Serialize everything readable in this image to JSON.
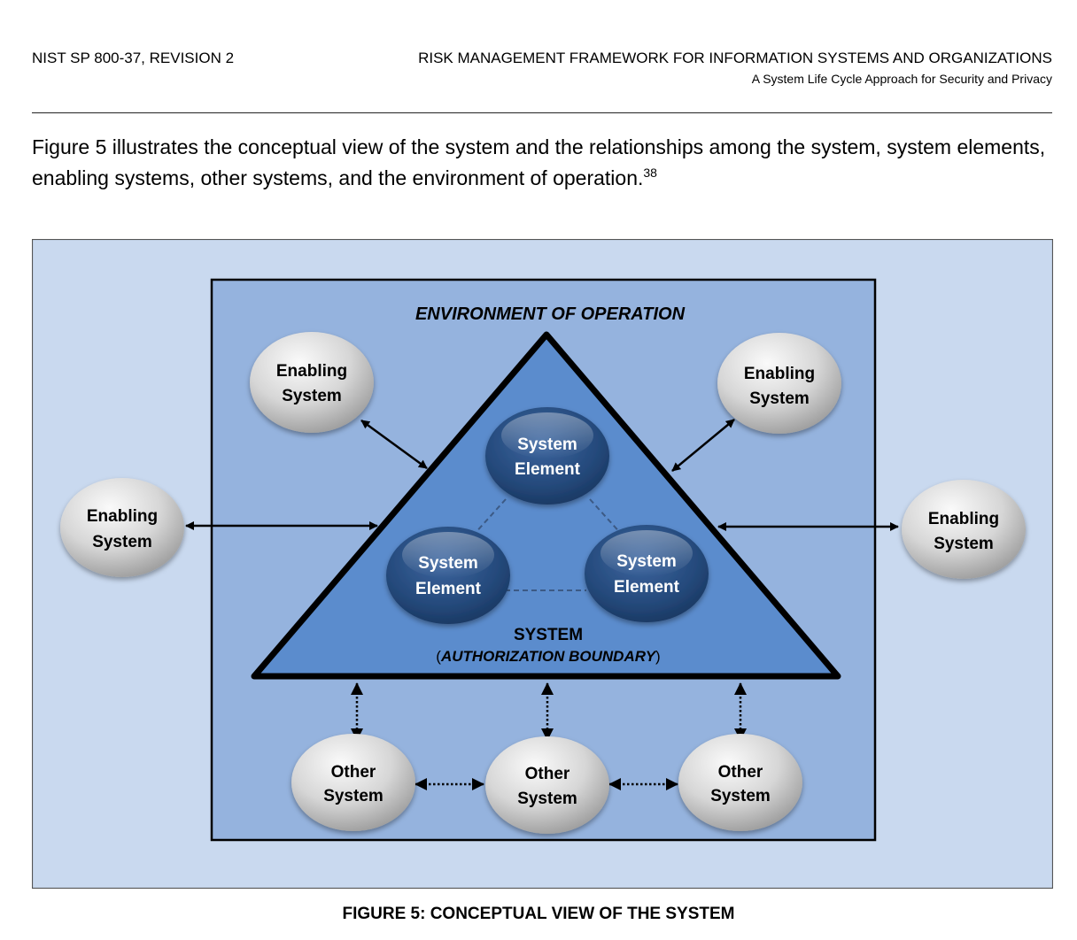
{
  "header": {
    "left": "NIST SP 800-37, REVISION 2",
    "right_title": "RISK MANAGEMENT FRAMEWORK FOR INFORMATION SYSTEMS AND ORGANIZATIONS",
    "right_subtitle": "A System Life Cycle Approach for Security and Privacy"
  },
  "intro": {
    "text": "Figure 5 illustrates the conceptual view of the system and the relationships among the system, system elements, enabling systems, other systems, and the environment of operation.",
    "footnote": "38"
  },
  "figure": {
    "environment_label": "ENVIRONMENT OF OPERATION",
    "system_label": "SYSTEM",
    "boundary_label_open": "(",
    "boundary_label": "AUTHORIZATION BOUNDARY",
    "boundary_label_close": ")",
    "enabling_systems": [
      {
        "line1": "Enabling",
        "line2": "System",
        "position": "top-left"
      },
      {
        "line1": "Enabling",
        "line2": "System",
        "position": "top-right"
      },
      {
        "line1": "Enabling",
        "line2": "System",
        "position": "left"
      },
      {
        "line1": "Enabling",
        "line2": "System",
        "position": "right"
      }
    ],
    "system_elements": [
      {
        "line1": "System",
        "line2": "Element",
        "position": "top"
      },
      {
        "line1": "System",
        "line2": "Element",
        "position": "bottom-left"
      },
      {
        "line1": "System",
        "line2": "Element",
        "position": "bottom-right"
      }
    ],
    "other_systems": [
      {
        "line1": "Other",
        "line2": "System",
        "position": "left"
      },
      {
        "line1": "Other",
        "line2": "System",
        "position": "center"
      },
      {
        "line1": "Other",
        "line2": "System",
        "position": "right"
      }
    ],
    "colors": {
      "outer_background": "#c9d9ef",
      "environment_background": "#95b3de",
      "triangle_fill": "#5b8ccd",
      "system_element_fill": "#254a7c",
      "external_system_fill": "#d4d4d4"
    }
  },
  "caption": "FIGURE 5:  CONCEPTUAL VIEW OF THE SYSTEM"
}
